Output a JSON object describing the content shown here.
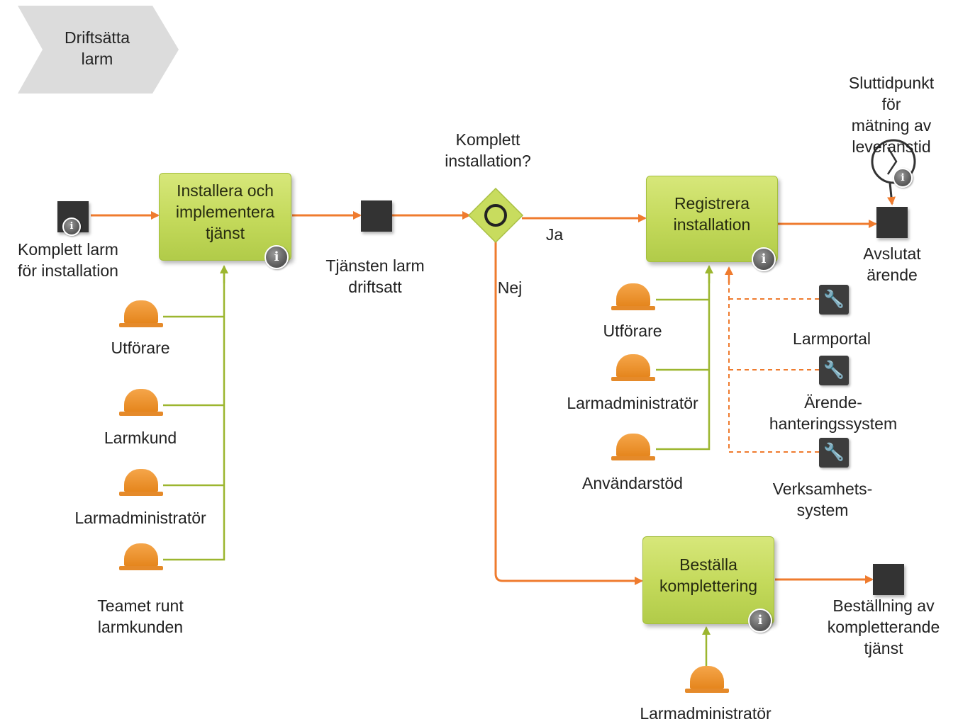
{
  "process_title": "Driftsätta\nlarm",
  "events": {
    "start": "Komplett  larm\nför installation",
    "service_deployed": "Tjänsten larm\ndriftsatt",
    "case_closed": "Avslutat\närende",
    "order_placed": "Beställning av\nkompletterande\ntjänst"
  },
  "timer_label": "Sluttidpunkt för\nmätning av\nleveranstid",
  "gateway": {
    "question": "Komplett\ninstallation?",
    "yes": "Ja",
    "no": "Nej"
  },
  "activities": {
    "install": "Installera och\nimplementera\ntjänst",
    "register": "Registrera\ninstallation",
    "order": "Beställa\nkomplettering"
  },
  "roles": {
    "install_1": "Utförare",
    "install_2": "Larmkund",
    "install_3": "Larmadministratör",
    "install_4": "Teamet runt\nlarmkunden",
    "register_1": "Utförare",
    "register_2": "Larmadministratör",
    "register_3": "Användarstöd",
    "order_1": "Larmadministratör"
  },
  "systems": {
    "sys_1": "Larmportal",
    "sys_2": "Ärende-\nhanteringssystem",
    "sys_3": "Verksamhets-\nsystem"
  },
  "icons": {
    "info": "i",
    "system": "wrench-icon",
    "timer": "clock-icon",
    "role": "role-hat-icon"
  },
  "colors": {
    "flow": "#ef7b2e",
    "resource_link": "#9cb62f",
    "activity_fill": "#c6db5c",
    "event_fill": "#333333",
    "role_fill": "#ee8f2c"
  }
}
